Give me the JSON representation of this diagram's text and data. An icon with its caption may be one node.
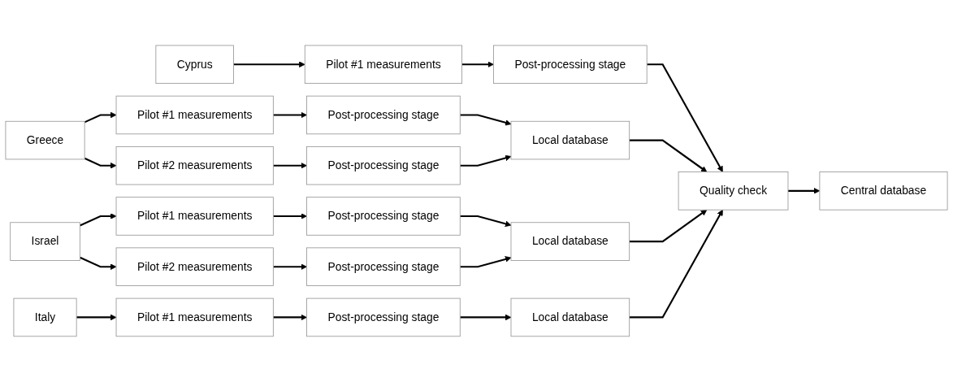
{
  "diagram": {
    "nodes": [
      {
        "text": [
          "Cyprus"
        ]
      },
      {
        "text": [
          "Pilot #1 measurements"
        ]
      },
      {
        "text": [
          "Post-processing stage"
        ]
      },
      {
        "text": [
          "Greece"
        ]
      },
      {
        "text": [
          "Pilot #1 measurements"
        ]
      },
      {
        "text": [
          "Post-processing stage"
        ]
      },
      {
        "text": [
          "Local database"
        ]
      },
      {
        "text": [
          "Pilot #2 measurements"
        ]
      },
      {
        "text": [
          "Post-processing stage"
        ]
      },
      {
        "text": [
          "Israel"
        ]
      },
      {
        "text": [
          "Pilot #1 measurements"
        ]
      },
      {
        "text": [
          "Post-processing stage"
        ]
      },
      {
        "text": [
          "Local database"
        ]
      },
      {
        "text": [
          "Pilot #2 measurements"
        ]
      },
      {
        "text": [
          "Post-processing stage"
        ]
      },
      {
        "text": [
          "Italy"
        ]
      },
      {
        "text": [
          "Pilot #1 measurements"
        ]
      },
      {
        "text": [
          "Post-processing stage"
        ]
      },
      {
        "text": [
          "Local database"
        ]
      },
      {
        "text": [
          "Quality check"
        ]
      },
      {
        "text": [
          "Central database"
        ]
      }
    ],
    "edges": [
      {
        "from": 0,
        "to": 1,
        "arrow": "to"
      },
      {
        "from": 1,
        "to": 2,
        "arrow": "to"
      },
      {
        "from": 2,
        "to": 19,
        "arrow": "to"
      },
      {
        "from": 3,
        "to": 4,
        "arrow": "to"
      },
      {
        "from": 3,
        "to": 7,
        "arrow": "to"
      },
      {
        "from": 4,
        "to": 5,
        "arrow": "to"
      },
      {
        "from": 7,
        "to": 8,
        "arrow": "to"
      },
      {
        "from": 5,
        "to": 6,
        "arrow": "to"
      },
      {
        "from": 8,
        "to": 6,
        "arrow": "to"
      },
      {
        "from": 6,
        "to": 19,
        "arrow": "to"
      },
      {
        "from": 9,
        "to": 10,
        "arrow": "to"
      },
      {
        "from": 9,
        "to": 13,
        "arrow": "to"
      },
      {
        "from": 10,
        "to": 11,
        "arrow": "to"
      },
      {
        "from": 13,
        "to": 14,
        "arrow": "to"
      },
      {
        "from": 11,
        "to": 12,
        "arrow": "to"
      },
      {
        "from": 14,
        "to": 12,
        "arrow": "to"
      },
      {
        "from": 12,
        "to": 19,
        "arrow": "to"
      },
      {
        "from": 15,
        "to": 16,
        "arrow": "to"
      },
      {
        "from": 16,
        "to": 17,
        "arrow": "to"
      },
      {
        "from": 17,
        "to": 18,
        "arrow": "to"
      },
      {
        "from": 18,
        "to": 19,
        "arrow": "to"
      },
      {
        "from": 19,
        "to": 20,
        "arrow": "to"
      }
    ]
  }
}
